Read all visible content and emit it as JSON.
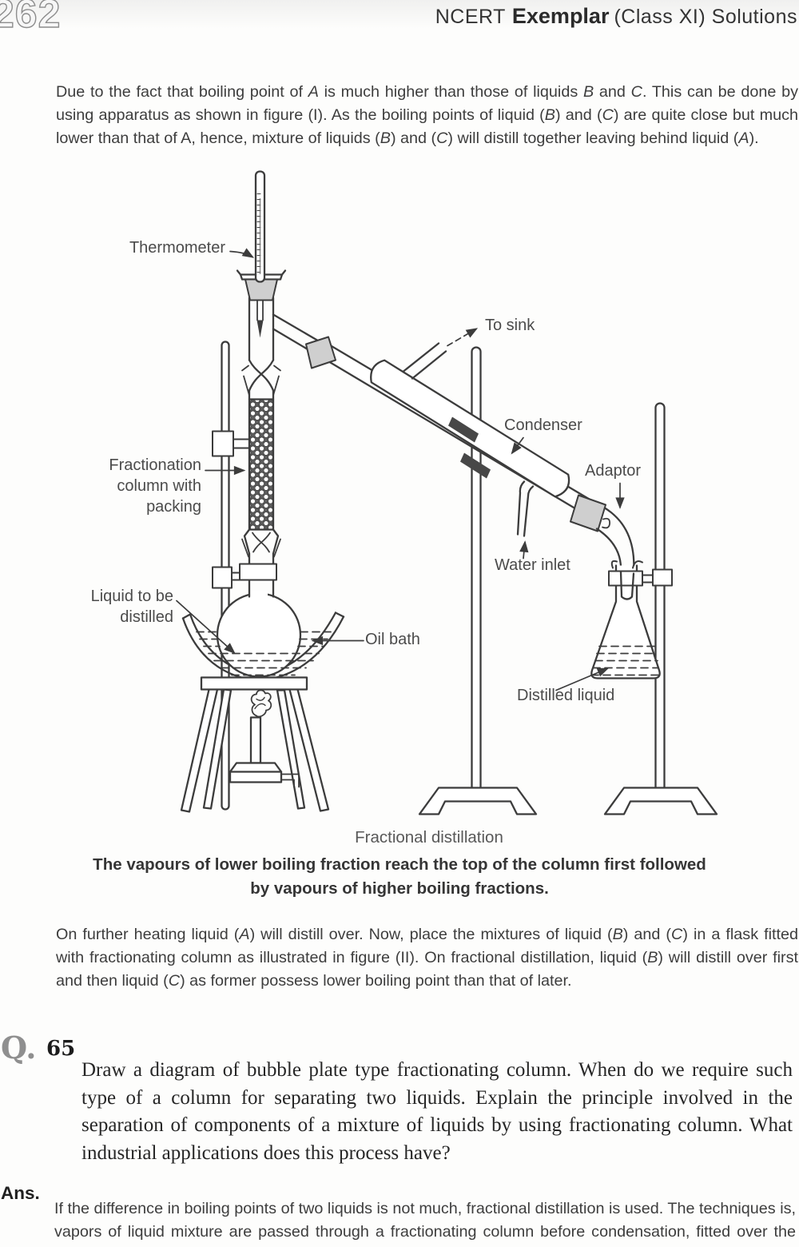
{
  "page_number": "262",
  "header": {
    "brand_regular": "NCERT",
    "brand_bold": "Exemplar",
    "brand_suffix": "(Class XI) Solutions"
  },
  "intro_paragraph": {
    "segments": [
      {
        "t": "Due to the fact that boiling point of "
      },
      {
        "t": "A",
        "i": true
      },
      {
        "t": " is much higher than those of liquids "
      },
      {
        "t": "B",
        "i": true
      },
      {
        "t": " and "
      },
      {
        "t": "C",
        "i": true
      },
      {
        "t": ". This can be done by using apparatus as shown in figure (I). As the boiling points of liquid ("
      },
      {
        "t": "B",
        "i": true
      },
      {
        "t": ") and ("
      },
      {
        "t": "C",
        "i": true
      },
      {
        "t": ") are quite close but much lower than that of A, hence, mixture of liquids ("
      },
      {
        "t": "B",
        "i": true
      },
      {
        "t": ") and ("
      },
      {
        "t": "C",
        "i": true
      },
      {
        "t": ") will distill together leaving behind liquid ("
      },
      {
        "t": "A",
        "i": true
      },
      {
        "t": ")."
      }
    ]
  },
  "figure": {
    "labels": {
      "thermometer": "Thermometer",
      "to_sink": "To sink",
      "condenser": "Condenser",
      "fractionation": "Fractionation\ncolumn with\npacking",
      "adaptor": "Adaptor",
      "water_inlet": "Water inlet",
      "liquid_to_be_distilled": "Liquid to be\ndistilled",
      "oil_bath": "Oil bath",
      "distilled_liquid": "Distilled liquid"
    },
    "caption": "Fractional distillation",
    "caption_note": "The vapours of lower boiling fraction reach the top of the column first followed\nby vapours of higher boiling fractions."
  },
  "followup_paragraph": {
    "segments": [
      {
        "t": "On further heating liquid ("
      },
      {
        "t": "A",
        "i": true
      },
      {
        "t": ") will distill over. Now, place the mixtures of liquid ("
      },
      {
        "t": "B",
        "i": true
      },
      {
        "t": ") and ("
      },
      {
        "t": "C",
        "i": true
      },
      {
        "t": ") in a flask fitted with fractionating column as illustrated in figure (II). On fractional distillation, liquid ("
      },
      {
        "t": "B",
        "i": true
      },
      {
        "t": ") will distill over first and then liquid ("
      },
      {
        "t": "C",
        "i": true
      },
      {
        "t": ") as former possess lower boiling point than that of later."
      }
    ]
  },
  "question": {
    "marker": "Q.",
    "number": "65",
    "text": "Draw a diagram of bubble plate type fractionating column. When do we require such type of a column for separating two liquids. Explain the principle involved in the separation of components of a mixture of liquids by using fractionating column. What industrial applications does this process have?"
  },
  "answer": {
    "marker": "Ans.",
    "text": "If the difference in boiling points of two liquids is not much, fractional distillation is used. The techniques is, vapors of liquid mixture are passed through a fractionating column before condensation, fitted over the mouth of the round bottom flask."
  }
}
